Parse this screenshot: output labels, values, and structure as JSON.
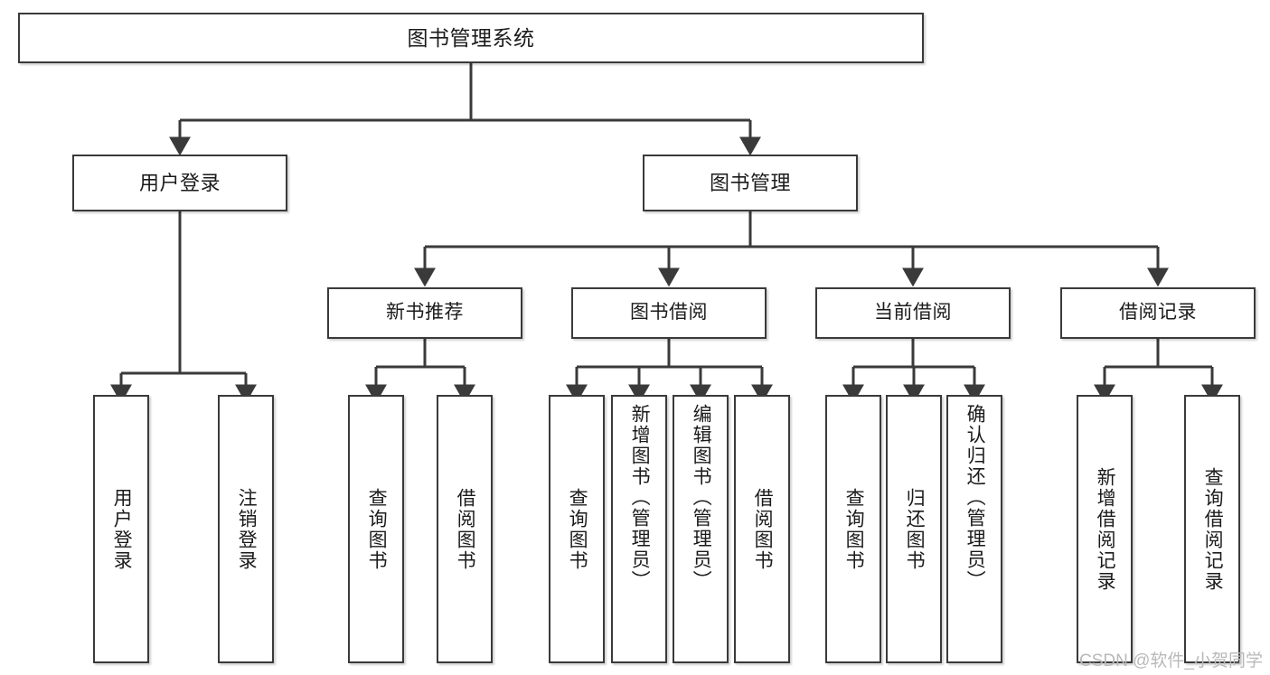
{
  "diagram": {
    "type": "tree",
    "title": "图书管理系统",
    "orientation": "top-down",
    "colors": {
      "box_border": "#3a3a3a",
      "box_fill": "#ffffff",
      "connector": "#3a3a3a",
      "text": "#1b1b1b",
      "watermark": "#b9b9b9"
    },
    "root": {
      "label": "图书管理系统"
    },
    "level2": [
      {
        "label": "用户登录"
      },
      {
        "label": "图书管理"
      }
    ],
    "level3": [
      {
        "label": "新书推荐"
      },
      {
        "label": "图书借阅"
      },
      {
        "label": "当前借阅"
      },
      {
        "label": "借阅记录"
      }
    ],
    "leaves": {
      "user_login": [
        {
          "label": "用户登录"
        },
        {
          "label": "注销登录"
        }
      ],
      "new_book_recommend": [
        {
          "label": "查询图书"
        },
        {
          "label": "借阅图书"
        }
      ],
      "book_borrow": [
        {
          "label": "查询图书"
        },
        {
          "label": "新增图书（管理员）"
        },
        {
          "label": "编辑图书（管理员）"
        },
        {
          "label": "借阅图书"
        }
      ],
      "current_borrow": [
        {
          "label": "查询图书"
        },
        {
          "label": "归还图书"
        },
        {
          "label": "确认归还（管理员）"
        }
      ],
      "borrow_record": [
        {
          "label": "新增借阅记录"
        },
        {
          "label": "查询借阅记录"
        }
      ]
    }
  },
  "watermark": {
    "text": "CSDN @软件_小贺同学"
  }
}
